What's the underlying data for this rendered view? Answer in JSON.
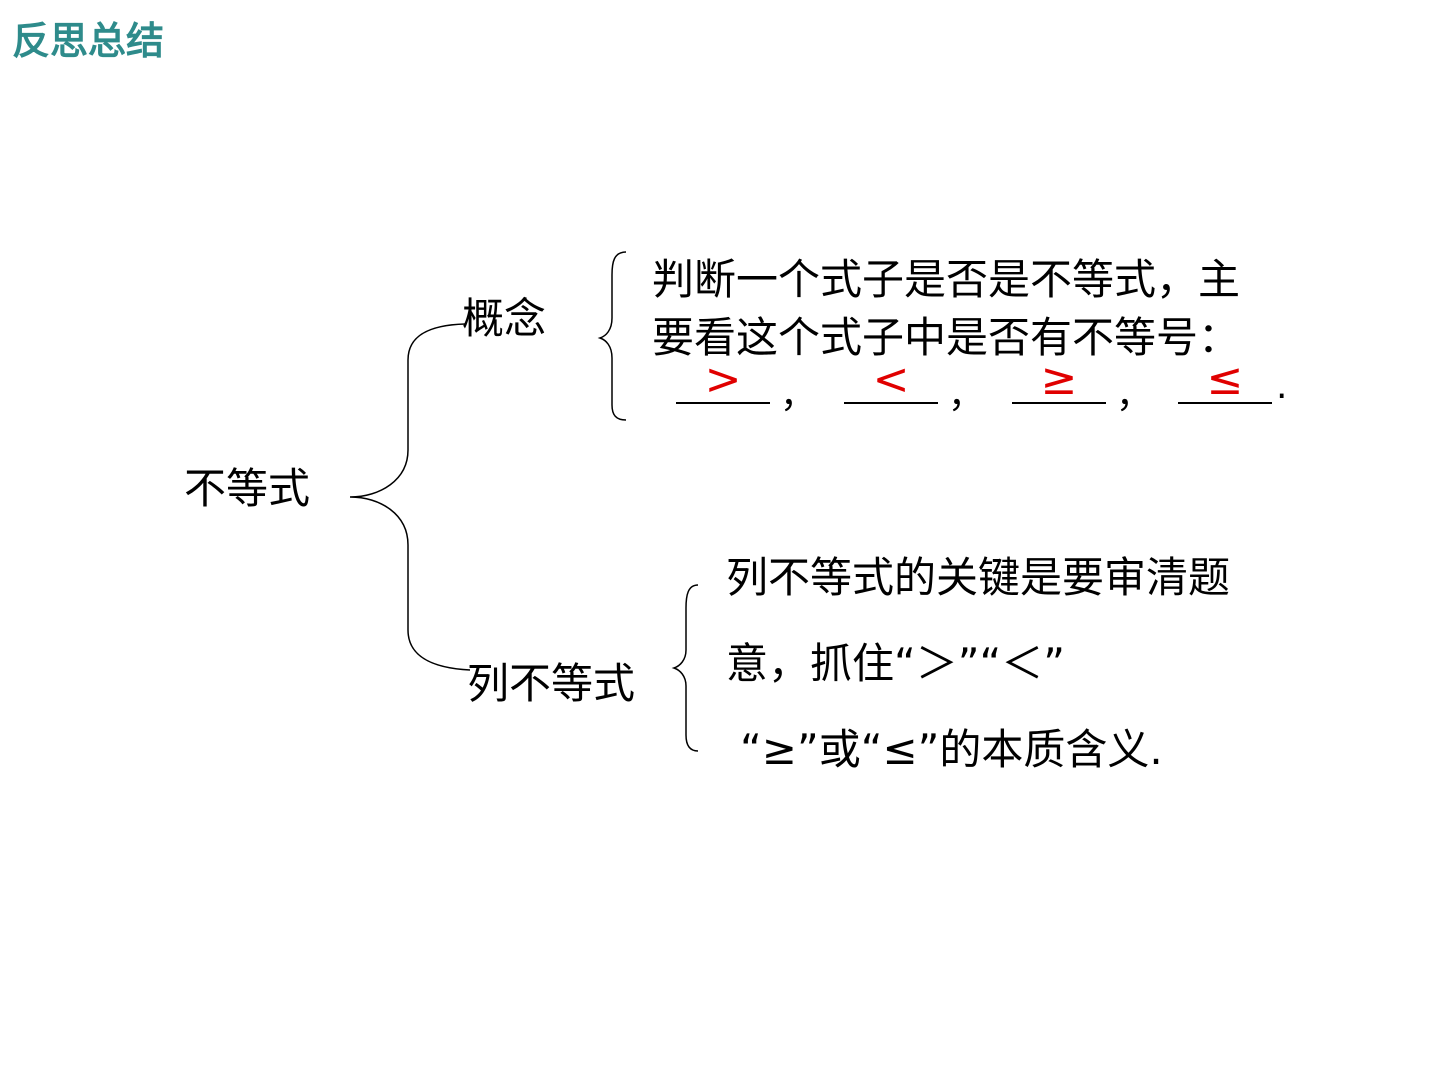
{
  "heading": "反思总结",
  "root": "不等式",
  "branches": [
    {
      "label": "概念",
      "lines": [
        "判断一个式子是否是不等式，主",
        "要看这个式子中是否有不等号："
      ],
      "blanks": [
        ">",
        "<",
        "≥",
        "≤"
      ],
      "separators": [
        "，",
        "，",
        "，",
        "."
      ]
    },
    {
      "label": "列不等式",
      "lines": [
        "列不等式的关键是要审清题",
        "意，抓住“＞”“＜”",
        "“≥”或“≤”的本质含义."
      ]
    }
  ],
  "colors": {
    "heading": "#2e8b8b",
    "answer": "#e00000",
    "text": "#000000"
  }
}
